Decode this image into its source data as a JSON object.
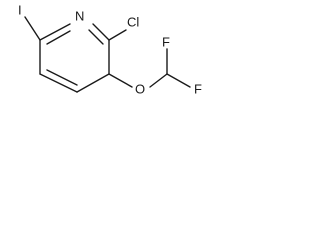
{
  "molecule": {
    "atoms": {
      "iodine": "I",
      "nitrogen": "N",
      "chlorine": "Cl",
      "oxygen": "O",
      "fluorine_upper": "F",
      "fluorine_lower": "F"
    }
  }
}
